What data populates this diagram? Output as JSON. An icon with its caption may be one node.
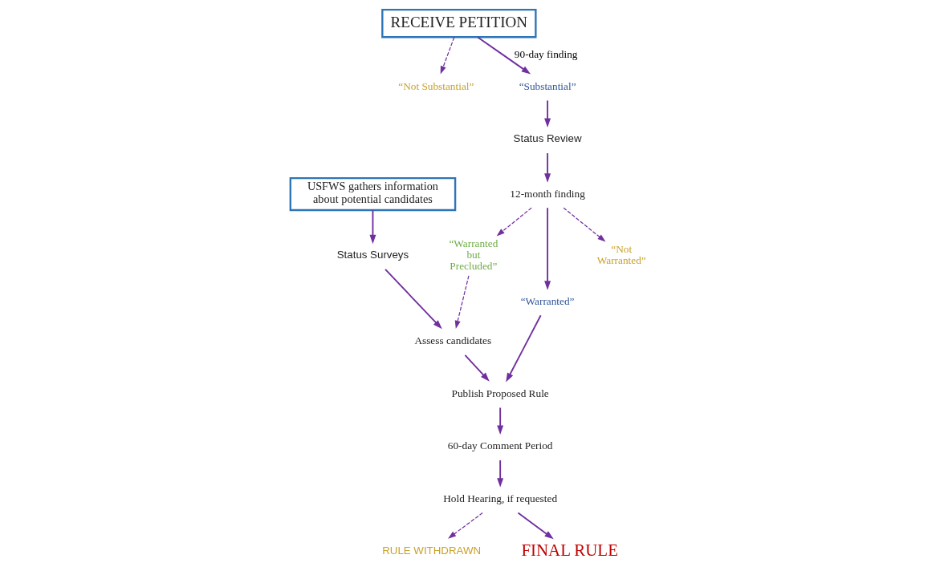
{
  "diagram": {
    "nodes": [
      {
        "text": [
          "USFWS gathers information about potential candidates"
        ]
      },
      {
        "text": [
          "RECEIVE PETITION"
        ]
      },
      {
        "text": [
          "“Not Substantial”"
        ]
      },
      {
        "text": [
          "“Substantial”"
        ]
      },
      {
        "text": [
          "Status Surveys"
        ]
      },
      {
        "text": [
          "Status Review"
        ]
      },
      {
        "text": [
          "12-month finding"
        ]
      },
      {
        "text": [
          "“Warranted but Precluded”"
        ]
      },
      {
        "text": [
          "Assess candidates"
        ]
      },
      {
        "text": [
          "“Warranted”"
        ]
      },
      {
        "text": [
          "“Not Warranted”"
        ]
      },
      {
        "text": [
          "Publish Proposed Rule"
        ]
      },
      {
        "text": [
          "60-day Comment Period"
        ]
      },
      {
        "text": [
          "Hold Hearing, if requested"
        ]
      },
      {
        "text": [
          "RULE WITHDRAWN"
        ]
      },
      {
        "text": [
          "FINAL RULE"
        ]
      }
    ],
    "edges": [
      {
        "from": 0,
        "to": 4,
        "arrow": "to"
      },
      {
        "from": 4,
        "to": 8,
        "arrow": "to"
      },
      {
        "from": 1,
        "to": 2,
        "arrow": "to",
        "style": "dashed"
      },
      {
        "from": 1,
        "to": 3,
        "arrow": "to",
        "label": "90-day finding"
      },
      {
        "from": 3,
        "to": 5,
        "arrow": "to"
      },
      {
        "from": 5,
        "to": 6,
        "arrow": "to"
      },
      {
        "from": 6,
        "to": 7,
        "arrow": "to",
        "style": "dashed"
      },
      {
        "from": 7,
        "to": 8,
        "arrow": "to",
        "style": "dashed"
      },
      {
        "from": 6,
        "to": 9,
        "arrow": "to"
      },
      {
        "from": 6,
        "to": 10,
        "arrow": "to",
        "style": "dashed"
      },
      {
        "from": 8,
        "to": 11,
        "arrow": "to"
      },
      {
        "from": 9,
        "to": 11,
        "arrow": "to"
      },
      {
        "from": 11,
        "to": 12,
        "arrow": "to"
      },
      {
        "from": 12,
        "to": 13,
        "arrow": "to"
      },
      {
        "from": 13,
        "to": 14,
        "arrow": "to",
        "style": "dashed"
      },
      {
        "from": 13,
        "to": 15,
        "arrow": "to"
      }
    ]
  }
}
